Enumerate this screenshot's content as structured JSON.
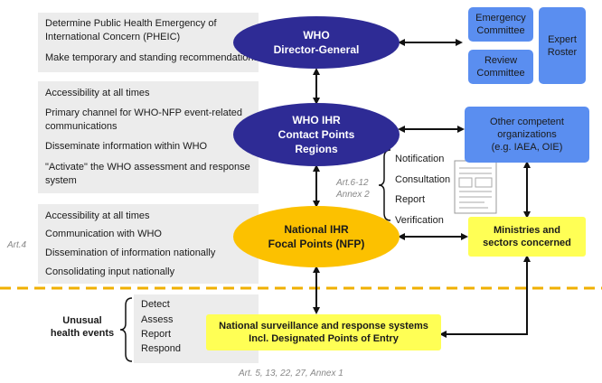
{
  "who_panel": {
    "lines": [
      "Determine Public Health Emergency of",
      "International Concern (PHEIC)",
      "Make temporary and standing recommendations"
    ]
  },
  "ihr_panel": {
    "lines": [
      "Accessibility at all times",
      "Primary channel for WHO-NFP event-related",
      "communications",
      "Disseminate information within WHO",
      "\"Activate\" the WHO assessment and response",
      "system"
    ]
  },
  "nfp_panel": {
    "lines": [
      "Accessibility at all times",
      "Communication with WHO",
      "Dissemination of information nationally",
      "Consolidating input nationally"
    ]
  },
  "who_dg": {
    "line1": "WHO",
    "line2": "Director-General"
  },
  "ihr_contact": {
    "line1": "WHO IHR",
    "line2": "Contact Points",
    "line3": "Regions"
  },
  "nfp": {
    "line1": "National IHR",
    "line2": "Focal Points (NFP)"
  },
  "emergency_committee": {
    "line1": "Emergency",
    "line2": "Committee"
  },
  "review_committee": {
    "line1": "Review",
    "line2": "Committee"
  },
  "expert_roster": {
    "line1": "Expert",
    "line2": "Roster"
  },
  "other_orgs": {
    "line1": "Other competent",
    "line2": "organizations",
    "line3": "(e.g. IAEA, OIE)"
  },
  "ministries": {
    "line1": "Ministries and",
    "line2": "sectors concerned"
  },
  "surveillance": {
    "line1": "National surveillance and response systems",
    "line2": "Incl. Designated Points of Entry"
  },
  "communications": [
    "Notification",
    "Consultation",
    "Report",
    "Verification"
  ],
  "art_6_12": {
    "line1": "Art.6-12",
    "line2": "Annex 2"
  },
  "art_4": "Art.4",
  "bottom_ref": "Art. 5, 13, 22, 27, Annex 1",
  "unusual_events": {
    "line1": "Unusual",
    "line2": "health events"
  },
  "event_steps": [
    "Detect",
    "Assess",
    "Report",
    "Respond"
  ],
  "colors": {
    "dark_blue": "#2e2b95",
    "light_blue": "#5a8ef0",
    "gold": "#fcc100",
    "yellow": "#ffff55",
    "dash_line": "#f0b000",
    "panel_grey": "#ececec"
  }
}
